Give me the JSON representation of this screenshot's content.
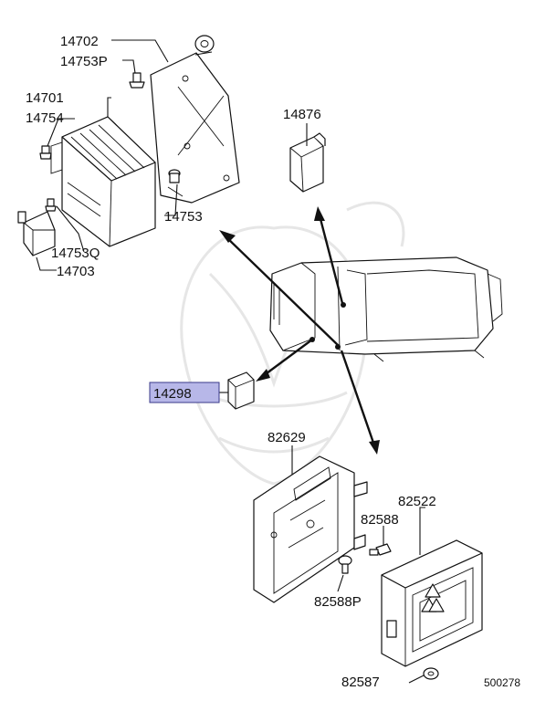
{
  "diagram": {
    "callouts": {
      "c14702": "14702",
      "c14753P": "14753P",
      "c14701": "14701",
      "c14754": "14754",
      "c14753": "14753",
      "c14753Q": "14753Q",
      "c14703": "14703",
      "c14876": "14876",
      "c14298": "14298",
      "c82629": "82629",
      "c82522": "82522",
      "c82588": "82588",
      "c82588P": "82588P",
      "c82587": "82587"
    },
    "highlighted_part": "14298",
    "highlight_color": "#b7b7e8",
    "diagram_id": "500278"
  }
}
